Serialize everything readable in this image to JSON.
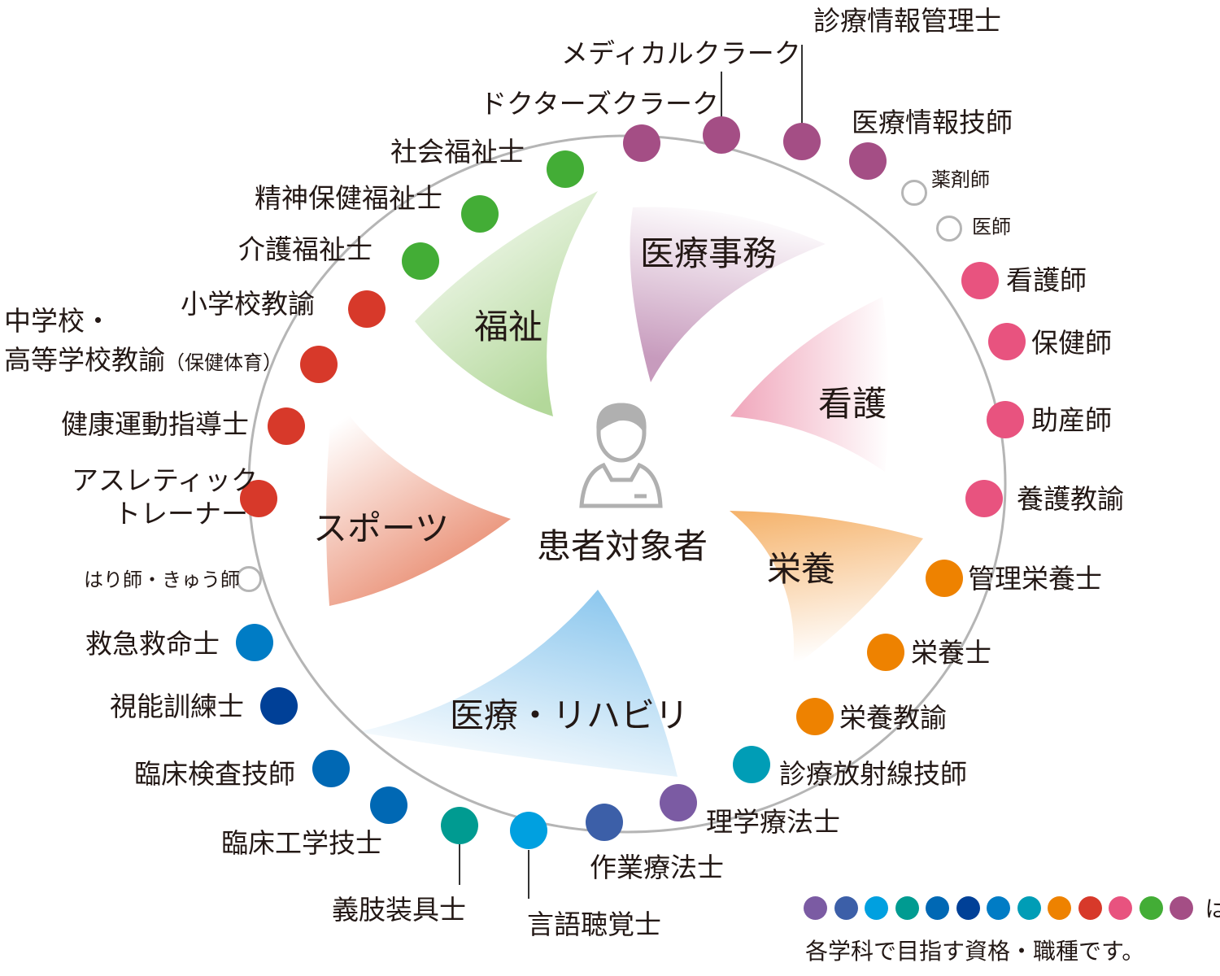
{
  "center_label": "患者対象者",
  "categories": {
    "welfare": "福祉",
    "medical_office": "医療事務",
    "nursing": "看護",
    "nutrition": "栄養",
    "rehab": "医療・リハビリ",
    "sports": "スポーツ"
  },
  "colors": {
    "purple": "#7b5ba3",
    "slate": "#3c5fa8",
    "sky": "#00a0e0",
    "teal": "#009b91",
    "blue": "#0068b4",
    "navy": "#004097",
    "azure": "#007cc5",
    "cyan": "#009db6",
    "orange": "#ee8200",
    "red": "#d7392a",
    "pink": "#e8537f",
    "green": "#43ad36",
    "plum": "#a44e85",
    "hollow": "#b5b5b5",
    "ring": "#b5b5b5"
  },
  "qualifications": [
    {
      "label": "ドクターズクラーク",
      "color": "plum"
    },
    {
      "label": "メディカルクラーク",
      "color": "plum"
    },
    {
      "label": "診療情報管理士",
      "color": "plum"
    },
    {
      "label": "医療情報技師",
      "color": "plum"
    },
    {
      "label": "薬剤師",
      "color": "hollow"
    },
    {
      "label": "医師",
      "color": "hollow"
    },
    {
      "label": "看護師",
      "color": "pink"
    },
    {
      "label": "保健師",
      "color": "pink"
    },
    {
      "label": "助産師",
      "color": "pink"
    },
    {
      "label": "養護教諭",
      "color": "pink"
    },
    {
      "label": "管理栄養士",
      "color": "orange"
    },
    {
      "label": "栄養士",
      "color": "orange"
    },
    {
      "label": "栄養教諭",
      "color": "orange"
    },
    {
      "label": "診療放射線技師",
      "color": "cyan"
    },
    {
      "label": "理学療法士",
      "color": "purple"
    },
    {
      "label": "作業療法士",
      "color": "slate"
    },
    {
      "label": "言語聴覚士",
      "color": "sky"
    },
    {
      "label": "義肢装具士",
      "color": "teal"
    },
    {
      "label": "臨床工学技士",
      "color": "blue"
    },
    {
      "label": "臨床検査技師",
      "color": "blue"
    },
    {
      "label": "視能訓練士",
      "color": "navy"
    },
    {
      "label": "救急救命士",
      "color": "azure"
    },
    {
      "label": "はり師・きゅう師",
      "color": "hollow"
    },
    {
      "label": "アスレティック",
      "label2": "トレーナー",
      "color": "red"
    },
    {
      "label": "健康運動指導士",
      "color": "red"
    },
    {
      "label": "中学校・",
      "label2": "高等学校教諭",
      "label3": "（保健体育）",
      "color": "red"
    },
    {
      "label": "小学校教諭",
      "color": "red"
    },
    {
      "label": "介護福祉士",
      "color": "green"
    },
    {
      "label": "精神保健福祉士",
      "color": "green"
    },
    {
      "label": "社会福祉士",
      "color": "green"
    }
  ],
  "legend": {
    "colors": [
      "purple",
      "slate",
      "sky",
      "teal",
      "blue",
      "navy",
      "azure",
      "cyan",
      "orange",
      "red",
      "pink",
      "green",
      "plum"
    ],
    "suffix": "は",
    "text": "各学科で目指す資格・職種です。"
  }
}
